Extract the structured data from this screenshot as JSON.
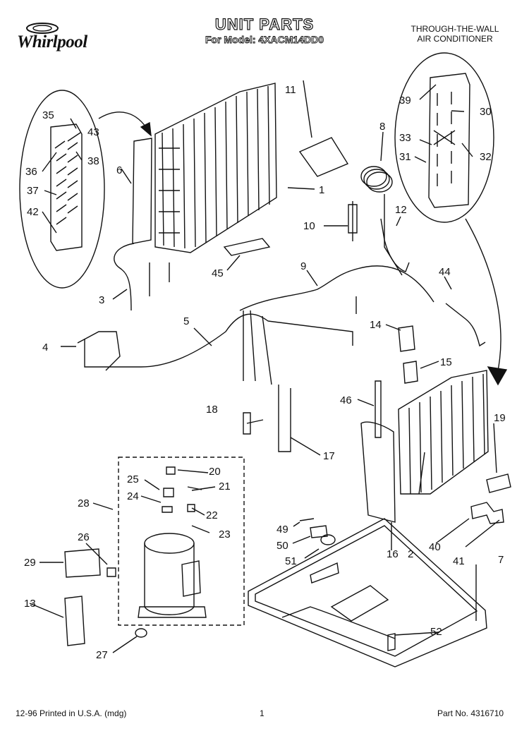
{
  "header": {
    "brand": "Whirlpool",
    "title": "UNIT PARTS",
    "model_line": "For Model: 4XACM14DD0",
    "product_line1": "THROUGH-THE-WALL",
    "product_line2": "AIR CONDITIONER"
  },
  "callouts": [
    "1",
    "2",
    "3",
    "4",
    "5",
    "6",
    "7",
    "8",
    "9",
    "10",
    "11",
    "12",
    "13",
    "14",
    "15",
    "16",
    "17",
    "18",
    "19",
    "20",
    "21",
    "22",
    "23",
    "24",
    "25",
    "26",
    "27",
    "28",
    "29",
    "30",
    "31",
    "32",
    "33",
    "35",
    "36",
    "37",
    "38",
    "39",
    "40",
    "41",
    "42",
    "43",
    "44",
    "45",
    "46",
    "49",
    "50",
    "51",
    "52"
  ],
  "footer": {
    "left": "12-96 Printed in U.S.A. (mdg)",
    "page": "1",
    "part_no": "Part No. 4316710"
  }
}
